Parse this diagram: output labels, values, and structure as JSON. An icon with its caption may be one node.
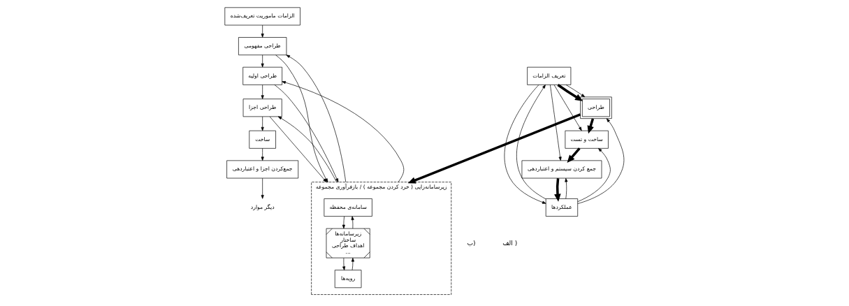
{
  "diagram": {
    "nodes": [
      {
        "text": [
          "الزامات ماموریت تعریف‌شده"
        ]
      },
      {
        "text": [
          "طراحی مفهومی"
        ]
      },
      {
        "text": [
          "طراحی اولیه"
        ]
      },
      {
        "text": [
          "طراحی اجزا"
        ]
      },
      {
        "text": [
          "ساخت"
        ]
      },
      {
        "text": [
          "جمع‌کردن اجزا و اعتباردهی"
        ]
      },
      {
        "text": [
          "دیگر موارد"
        ]
      },
      {
        "text": [
          "زیرسامانه‌زایی ( خرد کردن مجموعه ) / بازفرآوری مجموعه"
        ]
      },
      {
        "text": [
          "سامانه‌ی محفظه"
        ],
        "in": 7
      },
      {
        "text": [
          "زیرسامانه‌ها",
          "ساختار",
          "اهداف طراحی",
          "..."
        ],
        "in": 7
      },
      {
        "text": [
          "رویه‌ها"
        ],
        "in": 7
      },
      {
        "text": [
          "تعریف الزامات"
        ]
      },
      {
        "text": [
          "طراحی"
        ]
      },
      {
        "text": [
          "ساخت و تست"
        ]
      },
      {
        "text": [
          "جمع کردن سیستم و اعتباردهی"
        ]
      },
      {
        "text": [
          "عملکردها"
        ]
      }
    ],
    "edges": [
      {
        "from": 0,
        "to": 1,
        "arrow": "to"
      },
      {
        "from": 1,
        "to": 2,
        "arrow": "to"
      },
      {
        "from": 2,
        "to": 3,
        "arrow": "to"
      },
      {
        "from": 3,
        "to": 4,
        "arrow": "to"
      },
      {
        "from": 4,
        "to": 5,
        "arrow": "to"
      },
      {
        "from": 5,
        "to": 6,
        "arrow": "to"
      },
      {
        "from": 1,
        "to": 7,
        "arrow": "to"
      },
      {
        "from": 7,
        "to": 1,
        "arrow": "to"
      },
      {
        "from": 2,
        "to": 7,
        "arrow": "to"
      },
      {
        "from": 7,
        "to": 2,
        "arrow": "to"
      },
      {
        "from": 3,
        "to": 7,
        "arrow": "to"
      },
      {
        "from": 7,
        "to": 3,
        "arrow": "to"
      },
      {
        "from": 8,
        "to": 9,
        "arrow": "to"
      },
      {
        "from": 9,
        "to": 8,
        "arrow": "to"
      },
      {
        "from": 10,
        "to": 9,
        "arrow": "to"
      },
      {
        "from": 9,
        "to": 10,
        "arrow": "to"
      },
      {
        "from": 11,
        "to": 12,
        "arrow": "to",
        "style": "thick"
      },
      {
        "from": 12,
        "to": 13,
        "arrow": "to",
        "style": "thick"
      },
      {
        "from": 13,
        "to": 14,
        "arrow": "to",
        "style": "thick"
      },
      {
        "from": 14,
        "to": 15,
        "arrow": "to",
        "style": "thick"
      },
      {
        "from": 11,
        "to": 12,
        "arrow": "to"
      },
      {
        "from": 11,
        "to": 13,
        "arrow": "to"
      },
      {
        "from": 11,
        "to": 14,
        "arrow": "to"
      },
      {
        "from": 11,
        "to": 15,
        "arrow": "to"
      },
      {
        "from": 15,
        "to": 14,
        "arrow": "to"
      },
      {
        "from": 15,
        "to": 13,
        "arrow": "to"
      },
      {
        "from": 15,
        "to": 12,
        "arrow": "to"
      },
      {
        "from": 15,
        "to": 11,
        "arrow": "to"
      },
      {
        "from": 12,
        "to": 7,
        "arrow": "to",
        "style": "thick"
      }
    ],
    "labels": [
      "ب)",
      "الف )"
    ]
  }
}
